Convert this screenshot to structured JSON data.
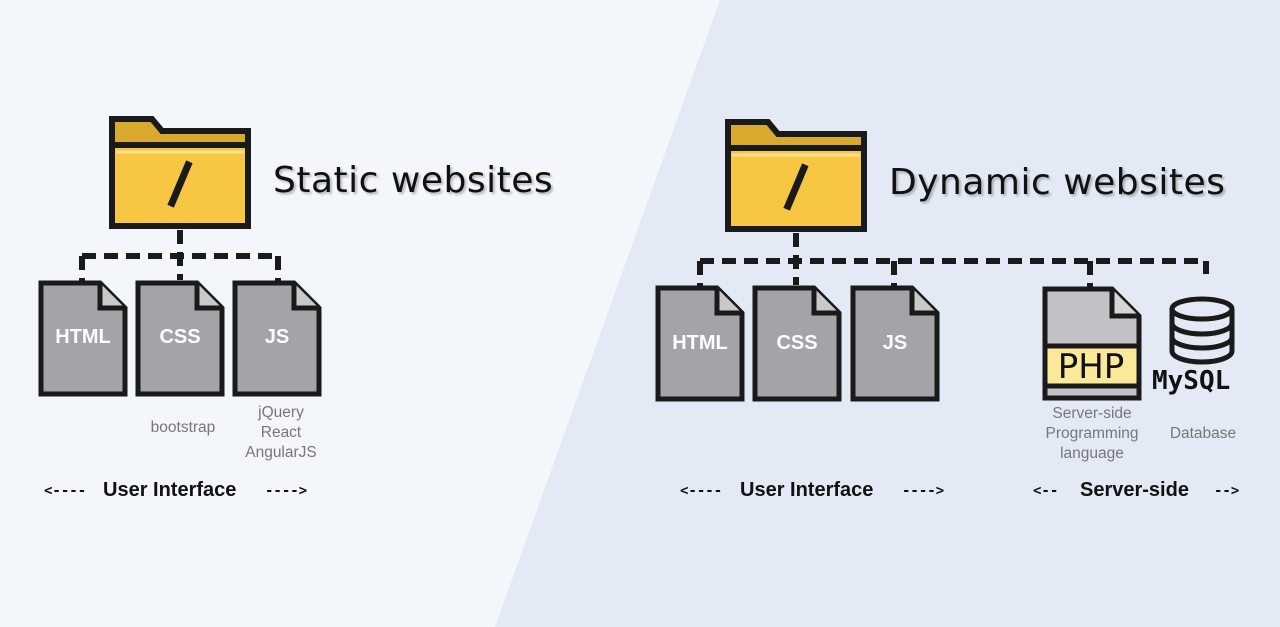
{
  "colors": {
    "folder": "#f7c744",
    "folder_tab": "#d9a92e",
    "file": "#a3a3a8",
    "outline": "#1a1a1a",
    "php_band": "#fbe999",
    "bg_left": "#f3f6fb",
    "bg_right": "#e3e9f5"
  },
  "icons": {
    "folder": "folder-icon",
    "file": "file-icon",
    "database": "database-icon"
  },
  "static": {
    "title": "Static websites",
    "folder_glyph": "/",
    "files": [
      "HTML",
      "CSS",
      "JS"
    ],
    "css_note": "bootstrap",
    "js_notes": [
      "jQuery",
      "React",
      "AngularJS"
    ],
    "arrow_left": "<----",
    "caption": "User Interface",
    "arrow_right": "---->"
  },
  "dynamic": {
    "title": "Dynamic websites",
    "folder_glyph": "/",
    "files": [
      "HTML",
      "CSS",
      "JS"
    ],
    "php_label": "PHP",
    "mysql_label": "MySQL",
    "php_notes": [
      "Server-side",
      "Programming",
      "language"
    ],
    "db_note": "Database",
    "ui_arrow_left": "<----",
    "ui_caption": "User Interface",
    "ui_arrow_right": "---->",
    "server_arrow_left": "<--",
    "server_caption": "Server-side",
    "server_arrow_right": "-->"
  }
}
